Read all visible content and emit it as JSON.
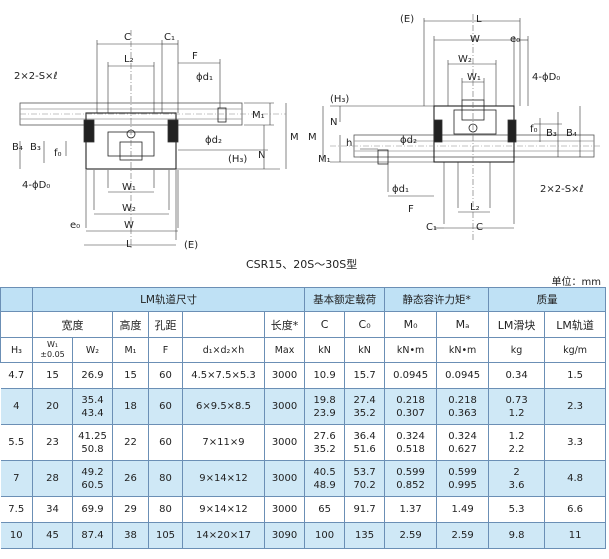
{
  "drawing_labels": {
    "left_C": "C",
    "left_C1": "C₁",
    "left_L2": "L₂",
    "left_F": "F",
    "left_d1": "ϕd₁",
    "left_d2": "ϕd₂",
    "left_2x2": "2×2-S×ℓ",
    "left_M1": "M₁",
    "left_M": "M",
    "left_N": "N",
    "left_H3": "(H₃)",
    "left_B4": "B₄",
    "left_B3": "B₃",
    "left_f0": "f₀",
    "left_4D0": "4-ϕD₀",
    "left_W1": "W₁",
    "left_W2": "W₂",
    "left_W": "W",
    "left_e0": "e₀",
    "left_L": "L",
    "left_E": "(E)",
    "right_E": "(E)",
    "right_L": "L",
    "right_W": "W",
    "right_e0": "e₀",
    "right_W2": "W₂",
    "right_W1": "W₁",
    "right_4D0": "4-ϕD₀",
    "right_H3": "(H₃)",
    "right_N": "N",
    "right_M": "M",
    "right_M1": "M₁",
    "right_h": "h",
    "right_d2": "ϕd₂",
    "right_d1": "ϕd₁",
    "right_f0": "f₀",
    "right_B3": "B₃",
    "right_B4": "B₄",
    "right_2x2": "2×2-S×ℓ",
    "right_F": "F",
    "right_L2": "L₂",
    "right_C1": "C₁",
    "right_C": "C"
  },
  "caption": "CSR15、20S～30S型",
  "unit_label": "单位：mm",
  "table": {
    "group_headers": {
      "lm_rail": "LM轨道尺寸",
      "basic_load": "基本额定载荷",
      "static_moment": "静态容许力矩*",
      "mass": "质量"
    },
    "col_labels": {
      "width": "宽度",
      "height": "高度",
      "pitch": "孔距",
      "length": "长度*",
      "C": "C",
      "C0": "C₀",
      "M0": "M₀",
      "Ma": "Mₐ",
      "lm_block": "LM滑块",
      "lm_rail": "LM轨道"
    },
    "sub_labels": {
      "H3": "H₃",
      "W1": "W₁",
      "W1_tol": "±0.05",
      "W2": "W₂",
      "M1": "M₁",
      "F": "F",
      "d": "d₁×d₂×h",
      "max": "Max",
      "kN_C": "kN",
      "kN_C0": "kN",
      "kNm_M0": "kN•m",
      "kNm_Ma": "kN•m",
      "kg_block": "kg",
      "kgm_rail": "kg/m"
    },
    "rows": [
      {
        "H3": "4.7",
        "W1": "15",
        "W2": [
          "26.9"
        ],
        "M1": "15",
        "F": "60",
        "d": "4.5×7.5×5.3",
        "max": "3000",
        "C": [
          "10.9"
        ],
        "C0": [
          "15.7"
        ],
        "M0": [
          "0.0945"
        ],
        "Ma": [
          "0.0945"
        ],
        "block": [
          "0.34"
        ],
        "rail": "1.5",
        "shade": false
      },
      {
        "H3": "4",
        "W1": "20",
        "W2": [
          "35.4",
          "43.4"
        ],
        "M1": "18",
        "F": "60",
        "d": "6×9.5×8.5",
        "max": "3000",
        "C": [
          "19.8",
          "23.9"
        ],
        "C0": [
          "27.4",
          "35.2"
        ],
        "M0": [
          "0.218",
          "0.307"
        ],
        "Ma": [
          "0.218",
          "0.363"
        ],
        "block": [
          "0.73",
          "1.2"
        ],
        "rail": "2.3",
        "shade": true
      },
      {
        "H3": "5.5",
        "W1": "23",
        "W2": [
          "41.25",
          "50.8"
        ],
        "M1": "22",
        "F": "60",
        "d": "7×11×9",
        "max": "3000",
        "C": [
          "27.6",
          "35.2"
        ],
        "C0": [
          "36.4",
          "51.6"
        ],
        "M0": [
          "0.324",
          "0.518"
        ],
        "Ma": [
          "0.324",
          "0.627"
        ],
        "block": [
          "1.2",
          "2.2"
        ],
        "rail": "3.3",
        "shade": false
      },
      {
        "H3": "7",
        "W1": "28",
        "W2": [
          "49.2",
          "60.5"
        ],
        "M1": "26",
        "F": "80",
        "d": "9×14×12",
        "max": "3000",
        "C": [
          "40.5",
          "48.9"
        ],
        "C0": [
          "53.7",
          "70.2"
        ],
        "M0": [
          "0.599",
          "0.852"
        ],
        "Ma": [
          "0.599",
          "0.995"
        ],
        "block": [
          "2",
          "3.6"
        ],
        "rail": "4.8",
        "shade": true
      },
      {
        "H3": "7.5",
        "W1": "34",
        "W2": [
          "69.9"
        ],
        "M1": "29",
        "F": "80",
        "d": "9×14×12",
        "max": "3000",
        "C": [
          "65"
        ],
        "C0": [
          "91.7"
        ],
        "M0": [
          "1.37"
        ],
        "Ma": [
          "1.49"
        ],
        "block": [
          "5.3"
        ],
        "rail": "6.6",
        "shade": false
      },
      {
        "H3": "10",
        "W1": "45",
        "W2": [
          "87.4"
        ],
        "M1": "38",
        "F": "105",
        "d": "14×20×17",
        "max": "3090",
        "C": [
          "100"
        ],
        "C0": [
          "135"
        ],
        "M0": [
          "2.59"
        ],
        "Ma": [
          "2.59"
        ],
        "block": [
          "9.8"
        ],
        "rail": "11",
        "shade": true
      }
    ]
  }
}
